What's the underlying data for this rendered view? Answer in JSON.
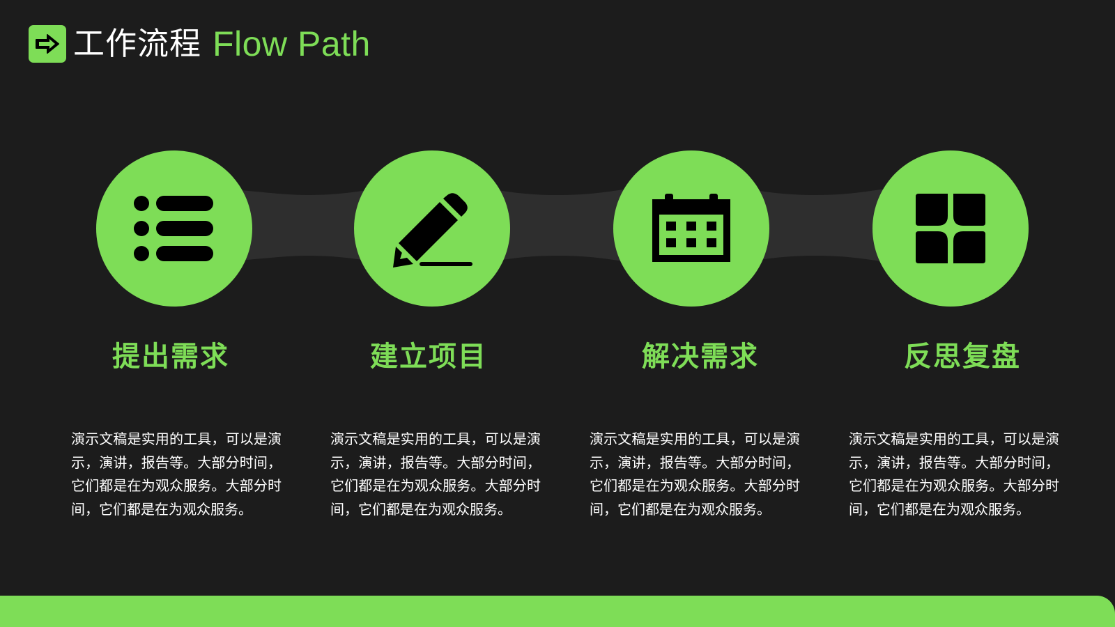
{
  "header": {
    "title_cn": "工作流程",
    "title_en": "Flow Path",
    "icon": "arrow-right-icon"
  },
  "colors": {
    "background": "#1c1c1c",
    "accent": "#7edd57",
    "connector": "#2e2e2e",
    "text": "#ffffff",
    "icon": "#000000"
  },
  "steps": [
    {
      "title": "提出需求",
      "icon": "list-icon",
      "description": "演示文稿是实用的工具，可以是演示，演讲，报告等。大部分时间，它们都是在为观众服务。大部分时间，它们都是在为观众服务。"
    },
    {
      "title": "建立项目",
      "icon": "pencil-icon",
      "description": "演示文稿是实用的工具，可以是演示，演讲，报告等。大部分时间，它们都是在为观众服务。大部分时间，它们都是在为观众服务。"
    },
    {
      "title": "解决需求",
      "icon": "calendar-icon",
      "description": "演示文稿是实用的工具，可以是演示，演讲，报告等。大部分时间，它们都是在为观众服务。大部分时间，它们都是在为观众服务。"
    },
    {
      "title": "反思复盘",
      "icon": "grid-icon",
      "description": "演示文稿是实用的工具，可以是演示，演讲，报告等。大部分时间，它们都是在为观众服务。大部分时间，它们都是在为观众服务。"
    }
  ]
}
